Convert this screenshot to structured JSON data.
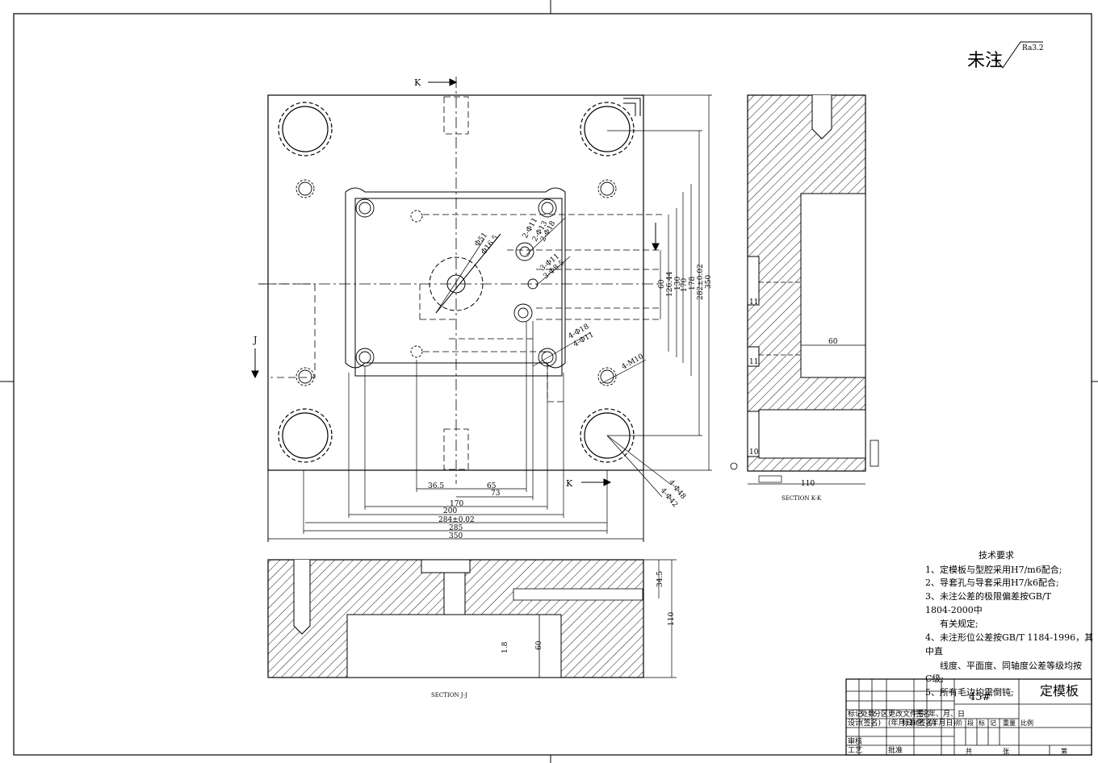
{
  "drawing": {
    "title": "定模板",
    "material": "45#",
    "surface_note": {
      "prefix": "未注",
      "roughness": "Ra3.2"
    },
    "tech_requirements": {
      "heading": "技术要求",
      "lines": [
        "1、定模板与型腔采用H7/m6配合;",
        "2、导套孔与导套采用H7/k6配合;",
        "3、未注公差的极限偏差按GB/T",
        "1804-2000中",
        "有关规定;",
        "4、未注形位公差按GB/T 1184-1996，其",
        "中直",
        "线度、平面度、同轴度公差等级均按",
        "C级;",
        "5、所有毛边均需倒钝;"
      ]
    },
    "title_block": {
      "row_a": [
        "标记",
        "处数",
        "分区",
        "更改文件号",
        "签名",
        "年、月、日"
      ],
      "row_b": [
        "设计",
        "(签名)",
        "(年月日)",
        "标准化",
        "(签名)",
        "(年月日)"
      ],
      "stage": [
        "阶",
        "段",
        "标",
        "记"
      ],
      "weight": "重量",
      "scale": "比例",
      "review": "审核",
      "process": "工艺",
      "approve": "批准",
      "total": "共",
      "sheet": "张",
      "page": "第"
    },
    "sections": {
      "kk_label": "SECTION  K-K",
      "jj_label": "SECTION  J-J",
      "k_mark": "K",
      "j_mark": "J"
    },
    "dims_plan_bottom": [
      "36.5",
      "65",
      "73",
      "170",
      "200",
      "284±0.02",
      "285",
      "350"
    ],
    "dims_plan_right": [
      "60",
      "126.44",
      "130",
      "170",
      "178",
      "282±0.02",
      "350"
    ],
    "dims_plan_holes": [
      "Φ51",
      "Φ16.5",
      "2-Φ11",
      "2-Φ13",
      "2-Φ18",
      "3-Φ11",
      "3-Φ8.5",
      "4-Φ18",
      "4-Φ11",
      "4-M10",
      "4-Φ48",
      "4-Φ42"
    ],
    "dims_kk": [
      "60",
      "11",
      "11",
      "10",
      "110"
    ],
    "dims_jj": [
      "34.5",
      "110",
      "1.8",
      "60"
    ]
  }
}
